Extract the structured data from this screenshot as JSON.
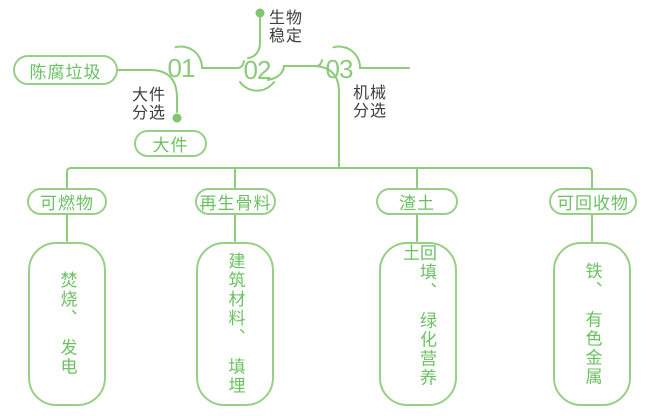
{
  "palette": {
    "line_green": "#8ECB7D",
    "pill_border_green": "#97CF86",
    "text_green": "#6BC161",
    "number_green": "#8BCA7A",
    "label_dark": "#3E4040",
    "dot_green": "#7EC76D",
    "background": "#FFFFFF"
  },
  "source": {
    "label": "陈腐垃圾"
  },
  "steps": [
    {
      "number": "01",
      "label": "大件\n分选",
      "output_pill": "大件"
    },
    {
      "number": "02",
      "label": "生物\n稳定"
    },
    {
      "number": "03",
      "label": "机械\n分选"
    }
  ],
  "branches": [
    {
      "category": "可燃物",
      "result": "焚烧、　发电"
    },
    {
      "category": "再生骨料",
      "result": "建筑材料、　填埋"
    },
    {
      "category": "渣土",
      "result": "回填、　绿化营养土"
    },
    {
      "category": "可回收物",
      "result": "铁、　有色金属"
    }
  ]
}
